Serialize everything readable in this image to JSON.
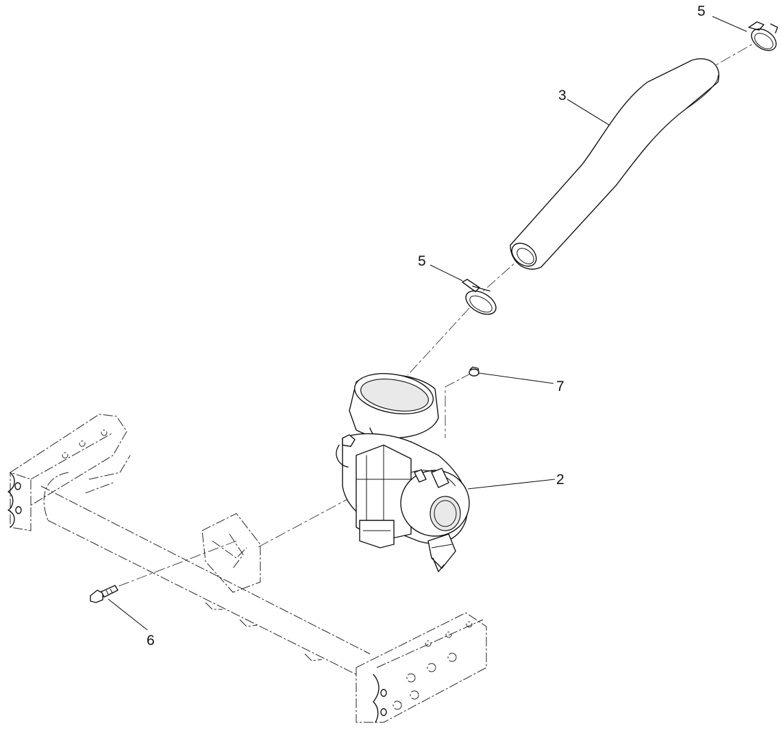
{
  "callouts": [
    {
      "id": "clamp-top",
      "label": "5"
    },
    {
      "id": "hose",
      "label": "3"
    },
    {
      "id": "clamp-mid",
      "label": "5"
    },
    {
      "id": "nut",
      "label": "7"
    },
    {
      "id": "air-cleaner",
      "label": "2"
    },
    {
      "id": "bolt",
      "label": "6"
    }
  ],
  "colors": {
    "line": "#111111",
    "background": "#ffffff"
  }
}
